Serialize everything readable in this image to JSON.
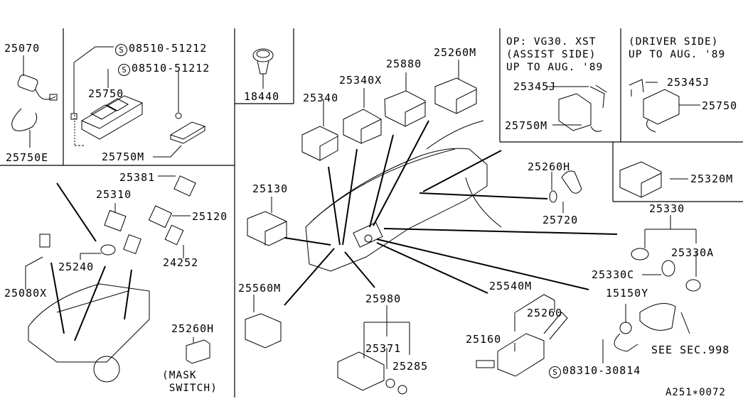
{
  "diagram": {
    "title_code": "A251∗0072",
    "screw_symbol": "S",
    "notes": {
      "assist_side": [
        "OP: VG30. XST",
        "(ASSIST SIDE)",
        "UP TO AUG. '89"
      ],
      "driver_side": [
        "(DRIVER SIDE)",
        "UP TO AUG. '89"
      ],
      "mask_switch": [
        "(MASK",
        " SWITCH)"
      ],
      "see_sec": "SEE SEC.998"
    },
    "parts": {
      "p25070": "25070",
      "p25750E": "25750E",
      "screw1": "08510-51212",
      "screw2": "08510-51212",
      "p25750": "25750",
      "p25750M": "25750M",
      "p18440": "18440",
      "p25340": "25340",
      "p25340X": "25340X",
      "p25880": "25880",
      "p25260M": "25260M",
      "p25345J_a": "25345J",
      "p25750M_b": "25750M",
      "p25345J_b": "25345J",
      "p25750_b": "25750",
      "p25260H_a": "25260H",
      "p25720": "25720",
      "p25320M": "25320M",
      "p25330": "25330",
      "p25330A": "25330A",
      "p25330C": "25330C",
      "p15150Y": "15150Y",
      "p25381": "25381",
      "p25310": "25310",
      "p25120": "25120",
      "p24252": "24252",
      "p25240": "25240",
      "p25080X": "25080X",
      "p25260H_b": "25260H",
      "p25130": "25130",
      "p25560M": "25560M",
      "p25980": "25980",
      "p25371": "25371",
      "p25285": "25285",
      "p25540M": "25540M",
      "p25260": "25260",
      "p25160": "25160",
      "screw3": "08310-30814"
    }
  }
}
